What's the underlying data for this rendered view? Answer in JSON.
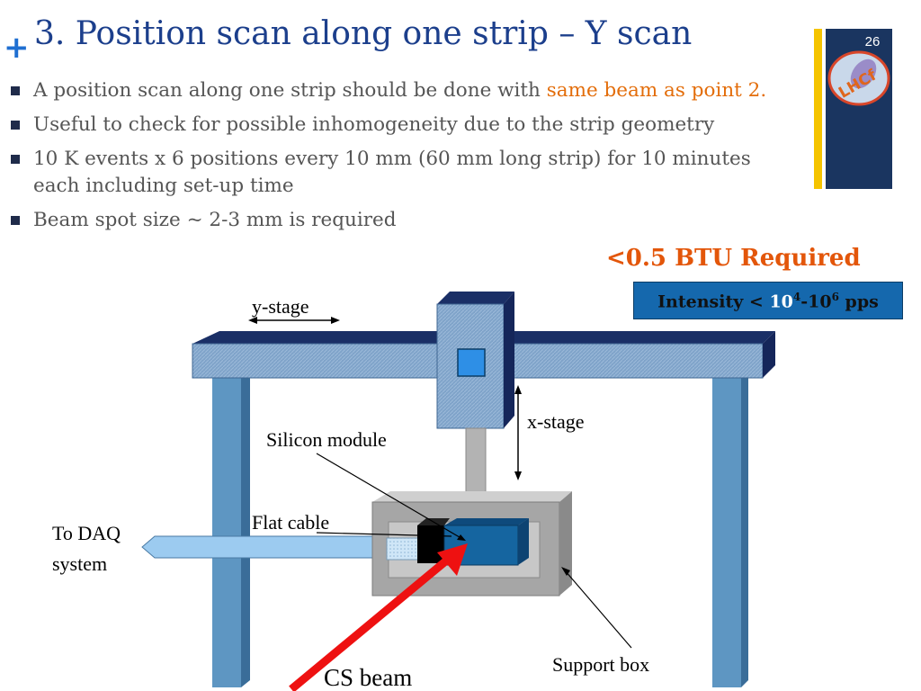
{
  "slide": {
    "title": "3. Position scan along one strip – Y scan",
    "number": "26",
    "logo_text": "LHCf"
  },
  "bullets": [
    {
      "text": "A position scan along one strip should be done with ",
      "highlight": "same beam as point 2."
    },
    {
      "text": "Useful to check for possible inhomogeneity due to the strip geometry"
    },
    {
      "text": "10 K events x 6 positions every 10 mm (60 mm long strip) for 10 minutes each including set-up time"
    },
    {
      "text": "Beam spot size ~ 2-3 mm is required"
    }
  ],
  "callouts": {
    "btu": "<0.5 BTU Required",
    "intensity_prefix": "Intensity < ",
    "intensity_base_a": "10",
    "intensity_exp_a": "4",
    "intensity_sep": "-10",
    "intensity_exp_b": "6",
    "intensity_unit": " pps"
  },
  "diagram_labels": {
    "y_stage": "y-stage",
    "x_stage": "x-stage",
    "silicon_module": "Silicon module",
    "flat_cable": "Flat cable",
    "to_daq_line1": "To DAQ",
    "to_daq_line2": "system",
    "support_box": "Support box",
    "cs_beam": "CS beam"
  },
  "colors": {
    "title": "#1c3f8c",
    "accent": "#e36d0a",
    "btu": "#e3560a",
    "frame_blue": "#7ea6cc",
    "frame_dark": "#1a2f66",
    "leg_blue": "#5e96c2",
    "module_blue": "#1565a0",
    "beam_red": "#ee1111"
  }
}
